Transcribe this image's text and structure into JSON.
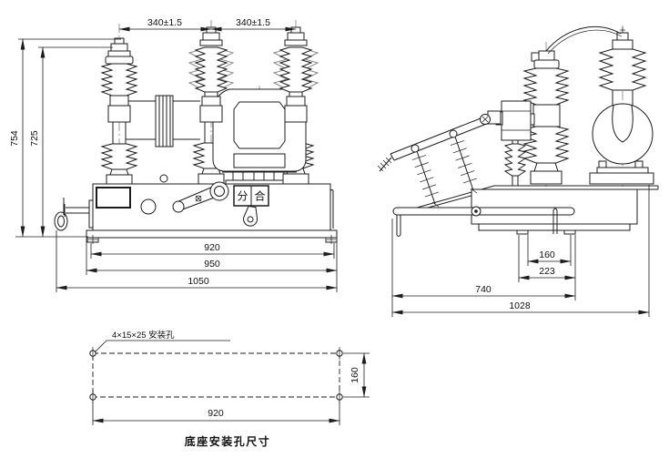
{
  "meta": {
    "background": "#ffffff",
    "line_color": "#1c1c1c",
    "shade_color": "#8a8a8a"
  },
  "front_view": {
    "dim_pole_spacing_left": "340±1.5",
    "dim_pole_spacing_right": "340±1.5",
    "dim_overall_height": "754",
    "dim_bushing_height": "725",
    "dim_base_920": "920",
    "dim_base_950": "950",
    "dim_base_1050": "1050",
    "indicator_open": "分",
    "indicator_close": "合"
  },
  "side_view": {
    "dim_foot_span": "160",
    "dim_foot_width": "223",
    "dim_depth_740": "740",
    "dim_overall_depth": "1028"
  },
  "base_view": {
    "hole_note": "4×15×25 安装孔",
    "dim_hole_span_x": "920",
    "dim_hole_span_y": "160",
    "caption": "底座安装孔尺寸"
  }
}
